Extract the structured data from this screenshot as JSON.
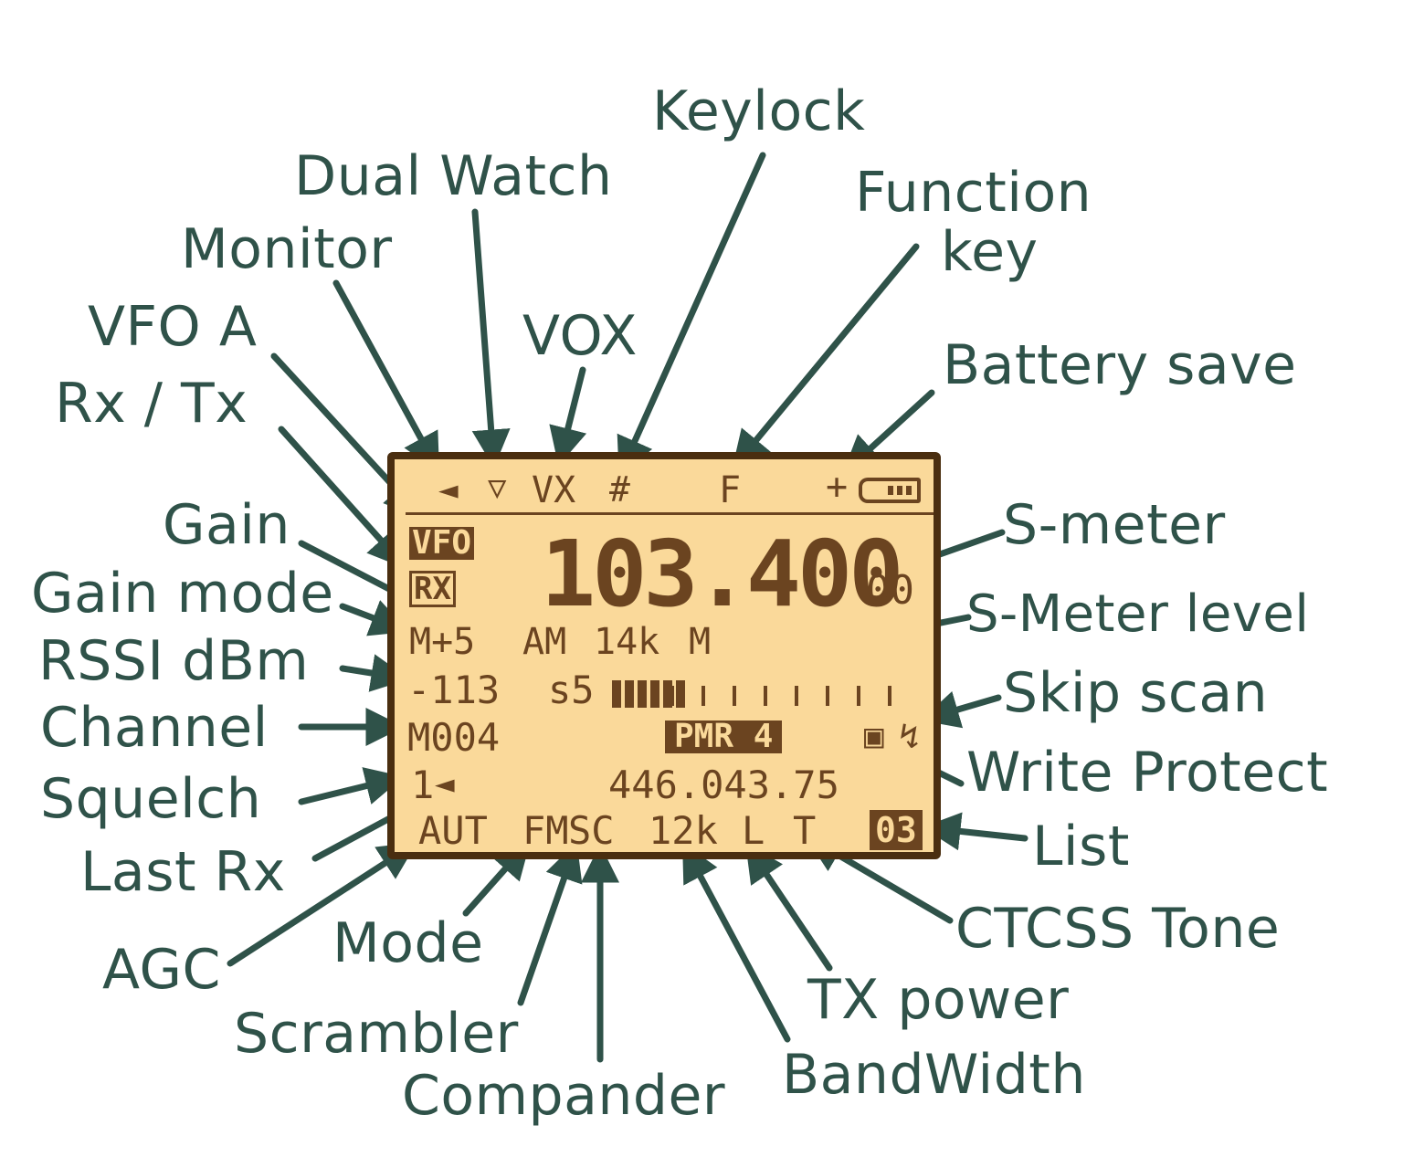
{
  "labels": {
    "keylock": "Keylock",
    "dual_watch": "Dual Watch",
    "function_key_1": "Function",
    "function_key_2": "key",
    "monitor": "Monitor",
    "vox": "VOX",
    "vfo_a": "VFO A",
    "rx_tx": "Rx / Tx",
    "battery_save": "Battery save",
    "gain": "Gain",
    "s_meter": "S-meter",
    "gain_mode": "Gain mode",
    "s_meter_level": "S-Meter level",
    "rssi_dbm": "RSSI dBm",
    "skip_scan": "Skip scan",
    "channel": "Channel",
    "write_protect": "Write Protect",
    "squelch": "Squelch",
    "list": "List",
    "last_rx": "Last Rx",
    "ctcss_tone": "CTCSS Tone",
    "agc": "AGC",
    "mode": "Mode",
    "tx_power": "TX power",
    "scrambler": "Scrambler",
    "bandwidth": "BandWidth",
    "compander": "Compander"
  },
  "lcd": {
    "top_vox": "VX",
    "top_keylock": "#",
    "top_function": "F",
    "top_battery_save": "+",
    "vfo_box": "VFO",
    "rx_box": "RX",
    "freq_main": "103.400",
    "freq_small": "00",
    "gain": "M+5",
    "mode": "AM",
    "bandwidth": "14k",
    "bw_mode": "M",
    "rssi": "-113",
    "s_level": "s5",
    "s_meter_level": 0.25,
    "channel": "M004",
    "pmr": "PMR 4",
    "last_rx_freq": "446.043.75",
    "squelch": "1",
    "agc": "AUT",
    "modulation": "FM",
    "scrambler_compander": "SC",
    "rx_bw": "12k",
    "tx_power": "L",
    "ctcss": "T",
    "list": "03"
  }
}
